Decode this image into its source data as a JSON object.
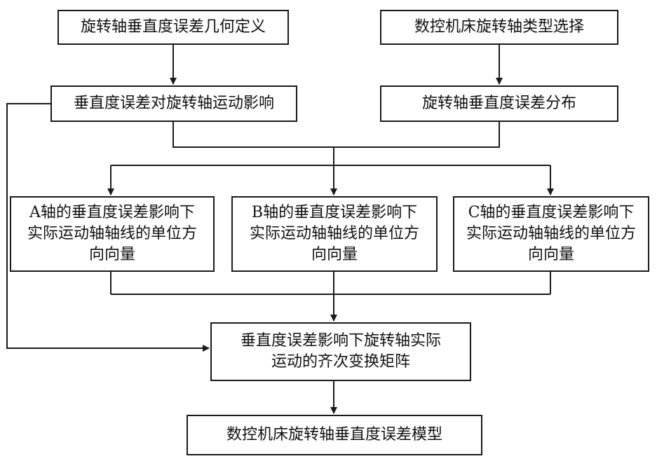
{
  "diagram": {
    "nodes": {
      "b1": "旋转轴垂直度误差几何定义",
      "b2": "数控机床旋转轴类型选择",
      "b3": "垂直度误差对旋转轴运动影响",
      "b4": "旋转轴垂直度误差分布",
      "b5": [
        "A轴的垂直度误差影响下",
        "实际运动轴轴线的单位方",
        "向向量"
      ],
      "b6": [
        "B轴的垂直度误差影响下",
        "实际运动轴轴线的单位方",
        "向向量"
      ],
      "b7": [
        "C轴的垂直度误差影响下",
        "实际运动轴轴线的单位方",
        "向向量"
      ],
      "b8": [
        "垂直度误差影响下旋转轴实际",
        "运动的齐次变换矩阵"
      ],
      "b9": "数控机床旋转轴垂直度误差模型"
    },
    "edges": [
      {
        "from": "b1",
        "to": "b3"
      },
      {
        "from": "b2",
        "to": "b4"
      },
      {
        "from": "b3",
        "to": "b5"
      },
      {
        "from": "b3",
        "to": "b6"
      },
      {
        "from": "b3",
        "to": "b7"
      },
      {
        "from": "b4",
        "to": "b5"
      },
      {
        "from": "b4",
        "to": "b6"
      },
      {
        "from": "b4",
        "to": "b7"
      },
      {
        "from": "b5",
        "to": "b8"
      },
      {
        "from": "b6",
        "to": "b8"
      },
      {
        "from": "b7",
        "to": "b8"
      },
      {
        "from": "b3",
        "to": "b8"
      },
      {
        "from": "b8",
        "to": "b9"
      }
    ],
    "line_color": "#1a1a1a"
  }
}
